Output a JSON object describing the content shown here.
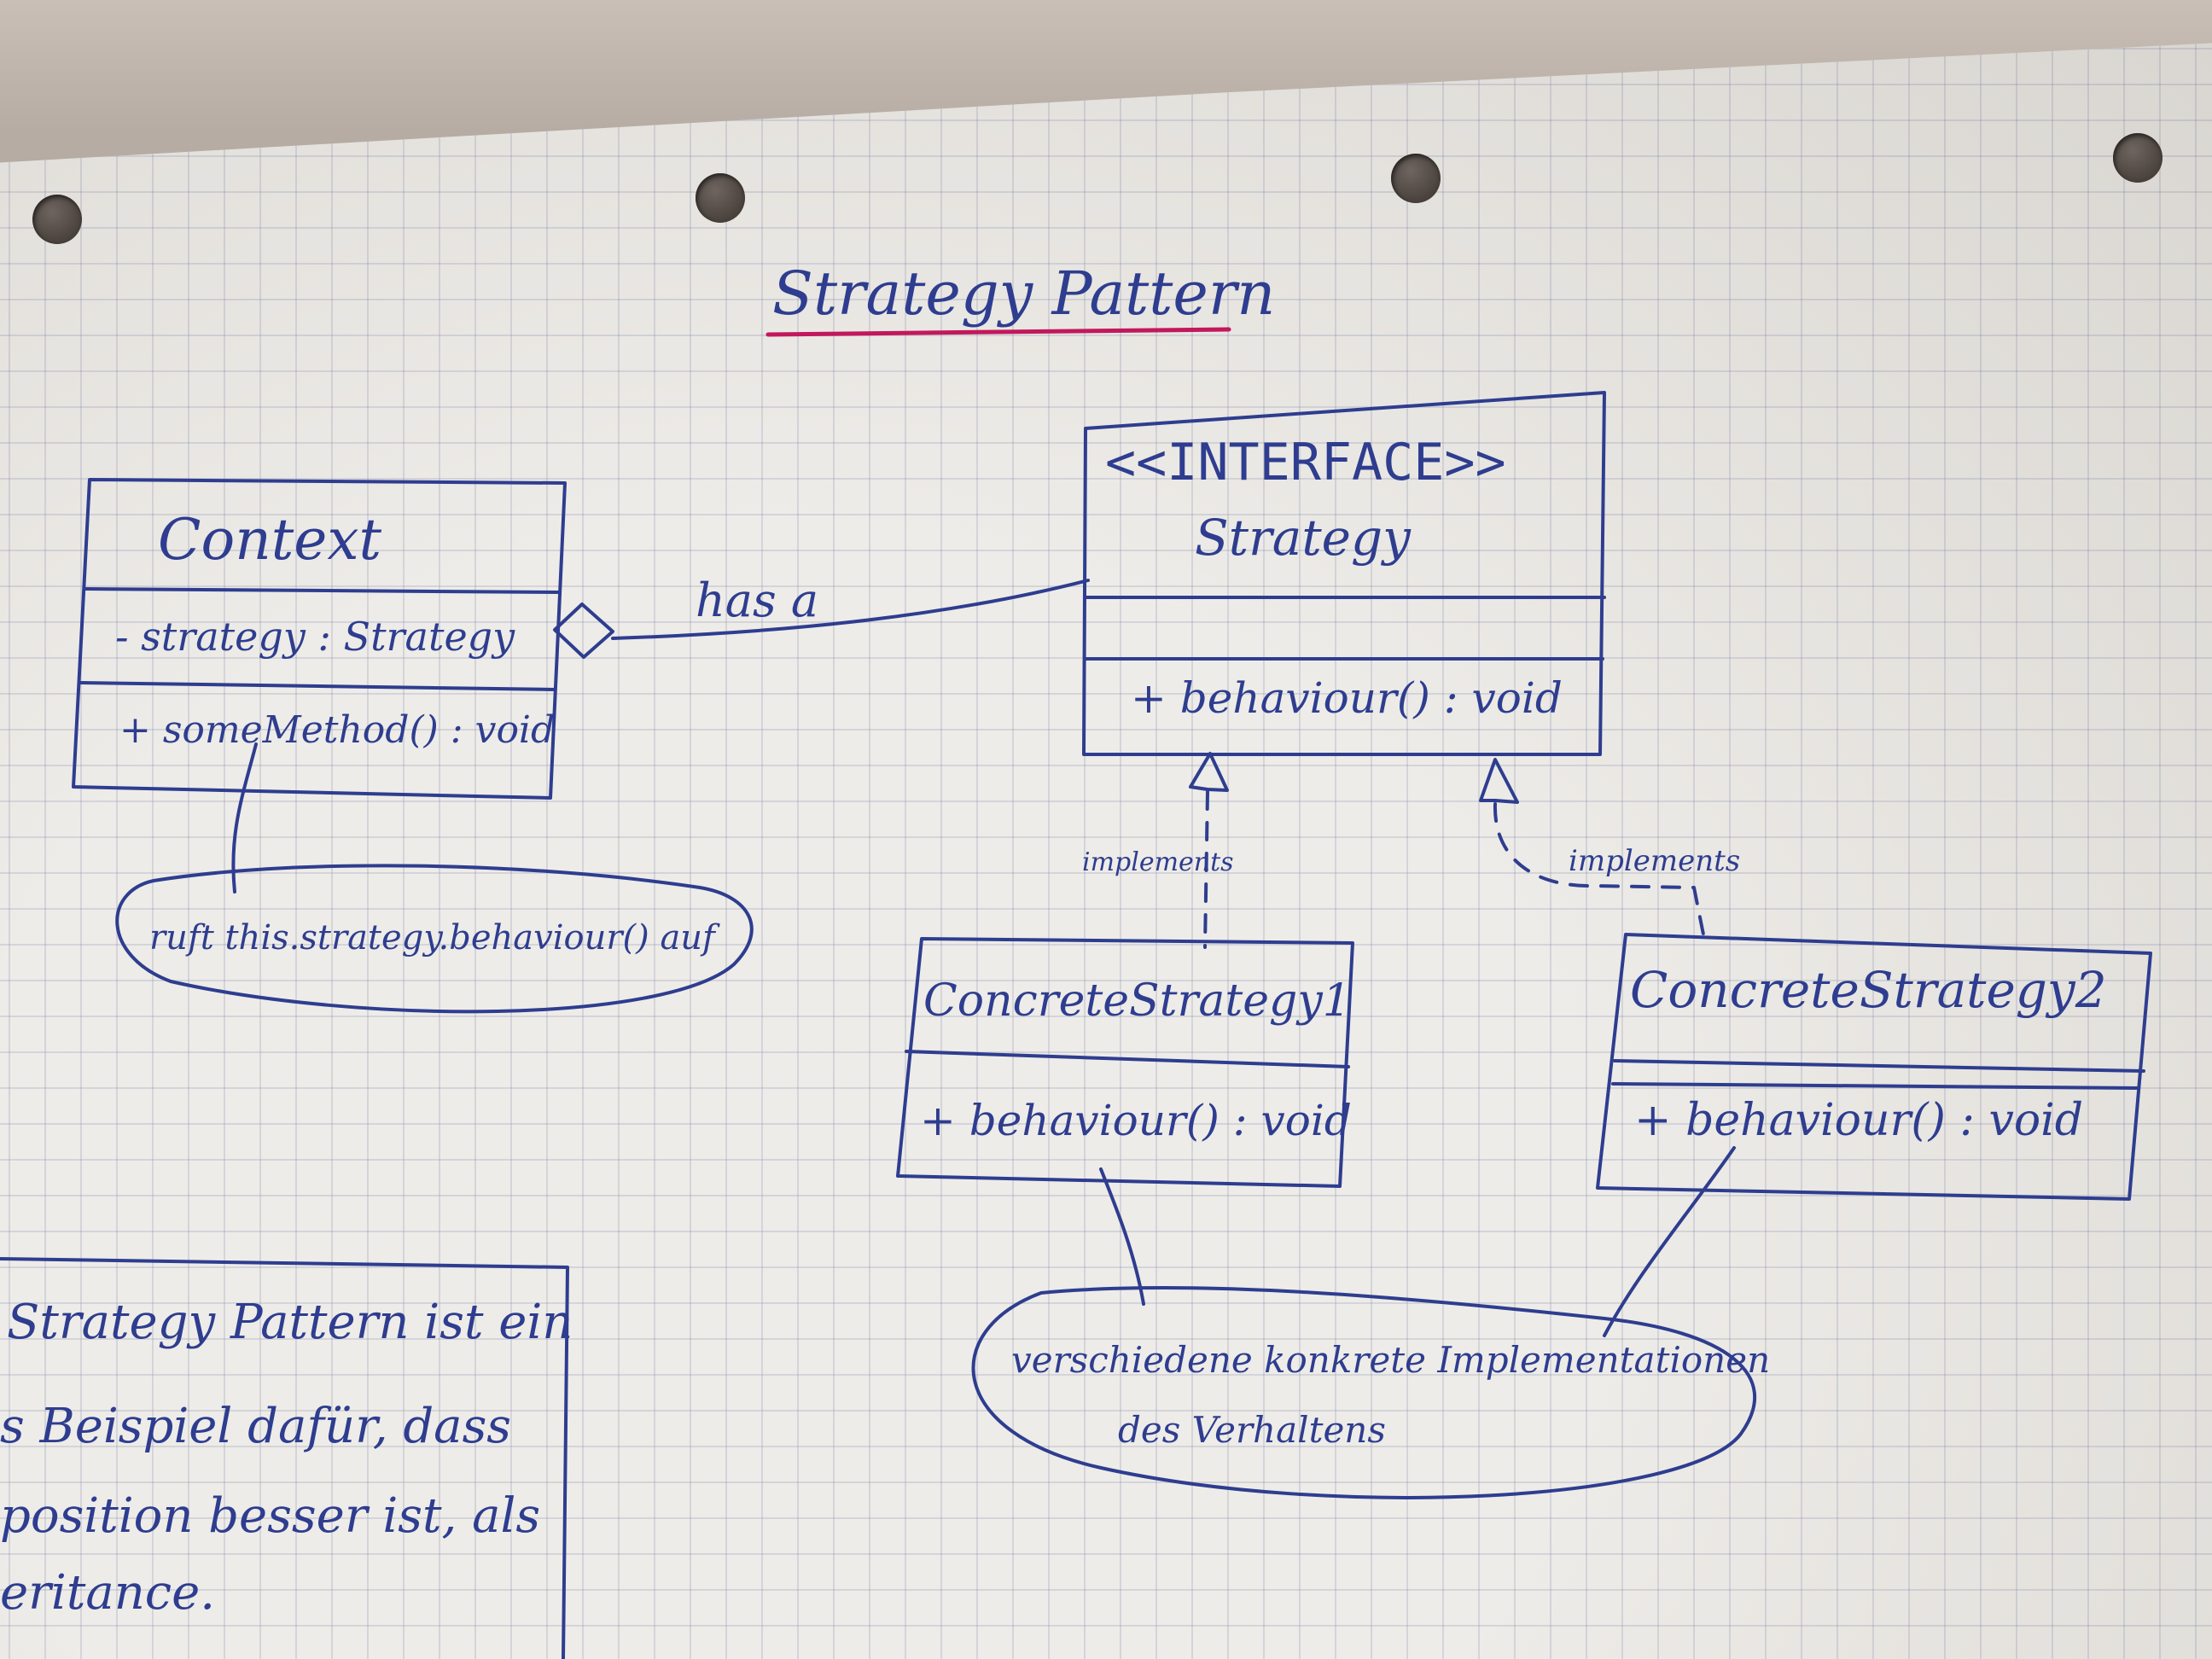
{
  "title": "Strategy Pattern",
  "colors": {
    "ink": "#2e3d8f",
    "title_underline": "#c2185b",
    "paper": "#eeece8",
    "grid": "#9aa3c4"
  },
  "context_class": {
    "name": "Context",
    "attribute": "- strategy : Strategy",
    "method": "+ someMethod() : void"
  },
  "association_label": "has a",
  "interface_class": {
    "stereotype": "<<INTERFACE>>",
    "name": "Strategy",
    "method": "+ behaviour() : void"
  },
  "concrete_1": {
    "name": "ConcreteStrategy1",
    "method": "+ behaviour() : void",
    "relation_label": "implements"
  },
  "concrete_2": {
    "name": "ConcreteStrategy2",
    "method": "+ behaviour() : void",
    "relation_label": "implements"
  },
  "note_context": "ruft this.strategy.behaviour() auf",
  "note_concretes": {
    "line1": "verschiedene konkrete Implementationen",
    "line2": "des Verhaltens"
  },
  "side_note_lines": [
    "Strategy Pattern ist ein",
    "s Beispiel dafür, dass",
    "position besser ist, als",
    "eritance."
  ]
}
